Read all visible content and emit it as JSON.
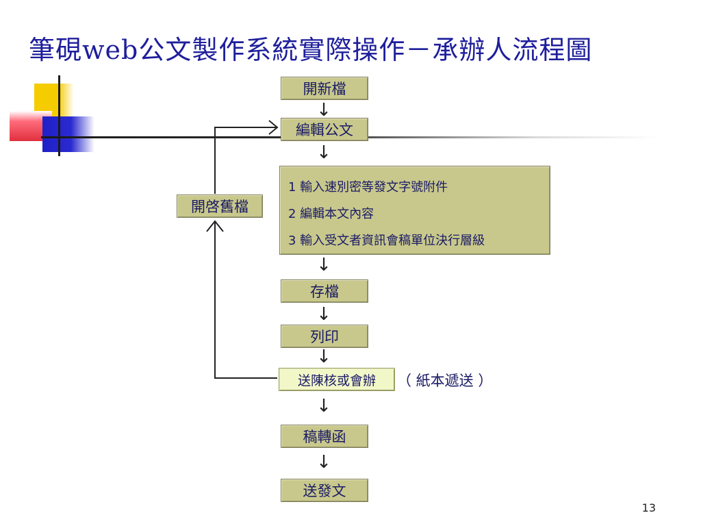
{
  "slide": {
    "title": "筆硯web公文製作系統實際操作－承辦人流程圖",
    "page_number": "13"
  },
  "flow": {
    "open_new": "開新檔",
    "edit_doc": "編輯公文",
    "steps": [
      "1 輸入速別密等發文字號附件",
      "2 編輯本文內容",
      "3 輸入受文者資訊會稿單位決行層級"
    ],
    "save": "存檔",
    "print": "列印",
    "submit": "送陳核或會辦",
    "submit_note": "（ 紙本遞送 ）",
    "draft_to_letter": "稿轉函",
    "send": "送發文",
    "open_old": "開啓舊檔"
  },
  "colors": {
    "title": "#1e1e9c",
    "box_fill": "#c8c88c",
    "highlight_fill": "#f2f7c8"
  }
}
